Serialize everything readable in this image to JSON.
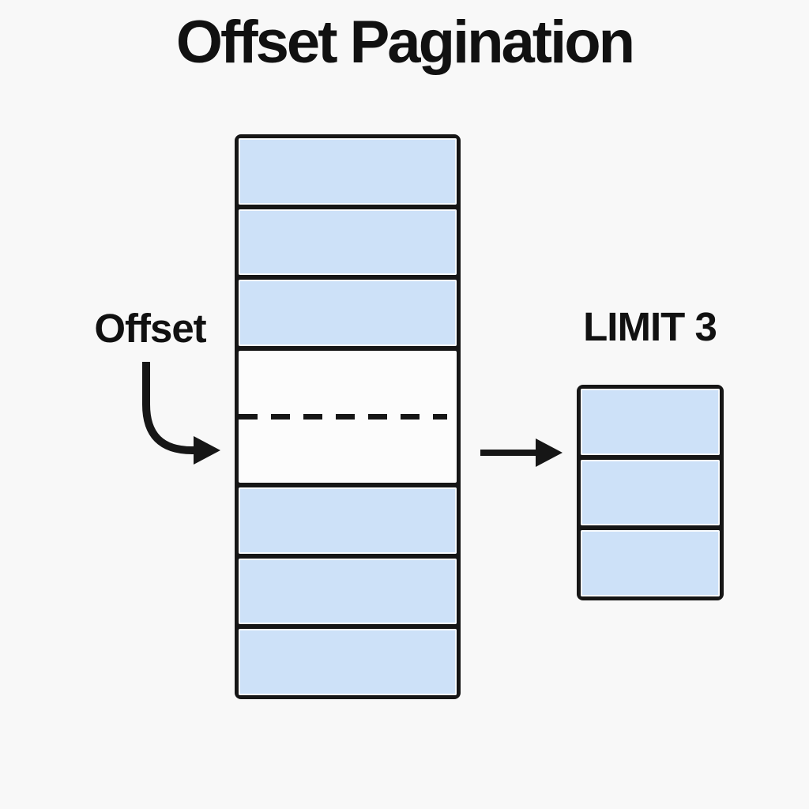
{
  "title": "Offset Pagination",
  "labels": {
    "offset": "Offset",
    "limit": "LIMIT 3"
  },
  "main_table": {
    "description": "full dataset table with skipped offset rows",
    "rows": [
      {
        "type": "data"
      },
      {
        "type": "data"
      },
      {
        "type": "data"
      },
      {
        "type": "skipped",
        "span": 2,
        "divider": "dashed"
      },
      {
        "type": "data"
      },
      {
        "type": "data"
      },
      {
        "type": "data"
      }
    ]
  },
  "result_table": {
    "description": "returned page of 3 rows",
    "rows": [
      {
        "type": "data"
      },
      {
        "type": "data"
      },
      {
        "type": "data"
      }
    ]
  },
  "icons": {
    "offset_arrow": "curved-arrow-down-right",
    "result_arrow": "arrow-right"
  },
  "colors": {
    "background": "#f8f8f8",
    "outline": "#161616",
    "row_fill": "#cde1f8",
    "skipped_fill": "#fcfcfc",
    "text": "#111111"
  }
}
